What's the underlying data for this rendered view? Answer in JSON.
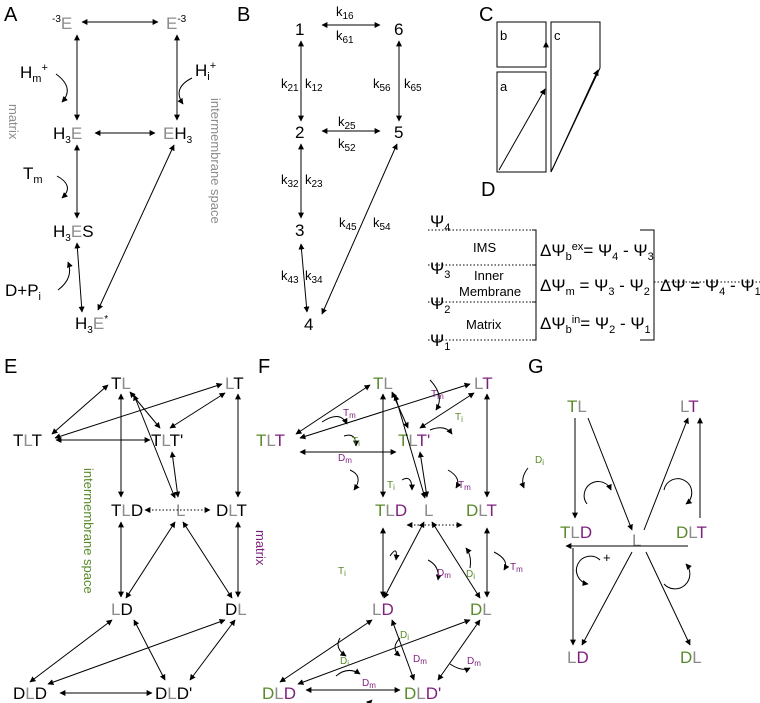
{
  "panel_labels": [
    "A",
    "B",
    "C",
    "D",
    "E",
    "F",
    "G"
  ],
  "panelA": {
    "n1": "-3E",
    "n2": "E-3",
    "n3": "H3E",
    "n4": "EH3",
    "n5": "H3ES",
    "n6": "H3E*",
    "hm": "Hm+",
    "hi": "Hi+",
    "tm": "Tm",
    "dpi": "D+Pi",
    "matrix": "matrix",
    "ims": "intermembrane space"
  },
  "panelB": {
    "nodes": [
      "1",
      "6",
      "2",
      "5",
      "3",
      "4"
    ],
    "rates": [
      "k16",
      "k61",
      "k21",
      "k12",
      "k56",
      "k65",
      "k25",
      "k52",
      "k32",
      "k23",
      "k45",
      "k54",
      "k43",
      "k34"
    ]
  },
  "panelC": {
    "a": "a",
    "b": "b",
    "c": "c"
  },
  "panelD": {
    "psi": [
      "Ψ4",
      "Ψ3",
      "Ψ2",
      "Ψ1"
    ],
    "ims": "IMS",
    "inner1": "Inner",
    "inner2": "Membrane",
    "matrix": "Matrix",
    "eq_ex": "ΔΨbex= Ψ4 - Ψ3",
    "eq_m": "ΔΨm = Ψ3 - Ψ2",
    "eq_in": "ΔΨbin= Ψ2 - Ψ1",
    "eq_total": "ΔΨ = Ψ4 - Ψ1"
  },
  "panelE": {
    "states": [
      "TL",
      "LT",
      "TLT",
      "TLT'",
      "TLD",
      "L",
      "DLT",
      "LD",
      "DL",
      "DLD",
      "DLD'"
    ],
    "ims": "intermembrane space",
    "matrix": "matrix"
  },
  "panelF": {
    "states": [
      "TL",
      "LT",
      "TLT",
      "TLT'",
      "TLD",
      "L",
      "DLT",
      "LD",
      "DL",
      "DLD",
      "DLD'"
    ],
    "rates": [
      "Tm",
      "Tm",
      "Ti",
      "Ti",
      "Dm",
      "Ti",
      "Tm",
      "Di",
      "Ti",
      "Dm",
      "Di",
      "Tm",
      "Di",
      "Dm",
      "Dm",
      "Di"
    ]
  },
  "panelG": {
    "states": [
      "TL",
      "LT",
      "TLD",
      "L",
      "DLT",
      "LD",
      "DL"
    ],
    "plus": "+"
  },
  "colors": {
    "gray": "#8c8c8c",
    "green": "#5a8a2a",
    "purple": "#7d1f7d",
    "black": "#000000"
  }
}
